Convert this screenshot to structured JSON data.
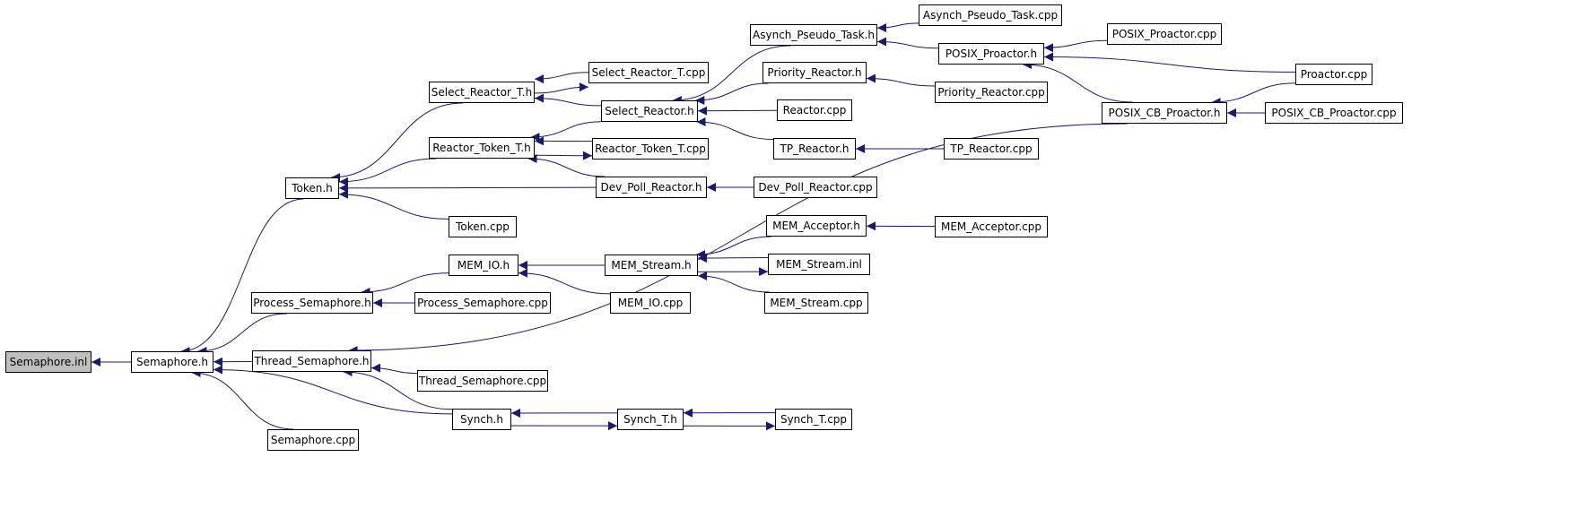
{
  "graph": {
    "root": "Semaphore.inl",
    "nodes": {
      "semaphore_inl": "Semaphore.inl",
      "semaphore_h": "Semaphore.h",
      "semaphore_cpp": "Semaphore.cpp",
      "token_h": "Token.h",
      "token_cpp": "Token.cpp",
      "process_semaphore_h": "Process_Semaphore.h",
      "process_semaphore_cpp": "Process_Semaphore.cpp",
      "thread_semaphore_h": "Thread_Semaphore.h",
      "thread_semaphore_cpp": "Thread_Semaphore.cpp",
      "synch_h": "Synch.h",
      "synch_t_h": "Synch_T.h",
      "synch_t_cpp": "Synch_T.cpp",
      "select_reactor_t_h": "Select_Reactor_T.h",
      "select_reactor_t_cpp": "Select_Reactor_T.cpp",
      "select_reactor_h": "Select_Reactor.h",
      "reactor_token_t_h": "Reactor_Token_T.h",
      "reactor_token_t_cpp": "Reactor_Token_T.cpp",
      "dev_poll_reactor_h": "Dev_Poll_Reactor.h",
      "dev_poll_reactor_cpp": "Dev_Poll_Reactor.cpp",
      "mem_io_h": "MEM_IO.h",
      "mem_io_cpp": "MEM_IO.cpp",
      "mem_stream_h": "MEM_Stream.h",
      "mem_stream_inl": "MEM_Stream.inl",
      "mem_stream_cpp": "MEM_Stream.cpp",
      "mem_acceptor_h": "MEM_Acceptor.h",
      "mem_acceptor_cpp": "MEM_Acceptor.cpp",
      "asynch_pseudo_task_h": "Asynch_Pseudo_Task.h",
      "asynch_pseudo_task_cpp": "Asynch_Pseudo_Task.cpp",
      "priority_reactor_h": "Priority_Reactor.h",
      "priority_reactor_cpp": "Priority_Reactor.cpp",
      "reactor_cpp": "Reactor.cpp",
      "tp_reactor_h": "TP_Reactor.h",
      "tp_reactor_cpp": "TP_Reactor.cpp",
      "posix_proactor_h": "POSIX_Proactor.h",
      "posix_proactor_cpp": "POSIX_Proactor.cpp",
      "proactor_cpp": "Proactor.cpp",
      "posix_cb_proactor_h": "POSIX_CB_Proactor.h",
      "posix_cb_proactor_cpp": "POSIX_CB_Proactor.cpp"
    },
    "edges": [
      [
        "semaphore_h",
        "semaphore_inl"
      ],
      [
        "token_h",
        "semaphore_h"
      ],
      [
        "process_semaphore_h",
        "semaphore_h"
      ],
      [
        "thread_semaphore_h",
        "semaphore_h"
      ],
      [
        "synch_h",
        "semaphore_h"
      ],
      [
        "semaphore_cpp",
        "semaphore_h"
      ],
      [
        "select_reactor_t_h",
        "token_h"
      ],
      [
        "reactor_token_t_h",
        "token_h"
      ],
      [
        "dev_poll_reactor_h",
        "token_h"
      ],
      [
        "token_cpp",
        "token_h"
      ],
      [
        "select_reactor_t_cpp",
        "select_reactor_t_h"
      ],
      [
        "select_reactor_h",
        "select_reactor_t_h"
      ],
      [
        "reactor_token_t_cpp",
        "reactor_token_t_h"
      ],
      [
        "select_reactor_h",
        "reactor_token_t_h"
      ],
      [
        "dev_poll_reactor_h",
        "reactor_token_t_h"
      ],
      [
        "asynch_pseudo_task_h",
        "select_reactor_h"
      ],
      [
        "priority_reactor_h",
        "select_reactor_h"
      ],
      [
        "reactor_cpp",
        "select_reactor_h"
      ],
      [
        "tp_reactor_h",
        "select_reactor_h"
      ],
      [
        "dev_poll_reactor_cpp",
        "dev_poll_reactor_h"
      ],
      [
        "mem_io_h",
        "process_semaphore_h"
      ],
      [
        "process_semaphore_cpp",
        "process_semaphore_h"
      ],
      [
        "mem_stream_h",
        "mem_io_h"
      ],
      [
        "mem_io_cpp",
        "mem_io_h"
      ],
      [
        "mem_acceptor_h",
        "mem_stream_h"
      ],
      [
        "mem_stream_inl",
        "mem_stream_h"
      ],
      [
        "mem_stream_cpp",
        "mem_stream_h"
      ],
      [
        "mem_acceptor_cpp",
        "mem_acceptor_h"
      ],
      [
        "posix_cb_proactor_h",
        "thread_semaphore_h"
      ],
      [
        "thread_semaphore_cpp",
        "thread_semaphore_h"
      ],
      [
        "synch_h",
        "thread_semaphore_h"
      ],
      [
        "synch_t_h",
        "synch_h"
      ],
      [
        "synch_t_cpp",
        "synch_t_h"
      ],
      [
        "asynch_pseudo_task_cpp",
        "asynch_pseudo_task_h"
      ],
      [
        "posix_proactor_h",
        "asynch_pseudo_task_h"
      ],
      [
        "posix_proactor_cpp",
        "posix_proactor_h"
      ],
      [
        "proactor_cpp",
        "posix_proactor_h"
      ],
      [
        "posix_cb_proactor_h",
        "posix_proactor_h"
      ],
      [
        "proactor_cpp",
        "posix_cb_proactor_h"
      ],
      [
        "posix_cb_proactor_cpp",
        "posix_cb_proactor_h"
      ],
      [
        "priority_reactor_cpp",
        "priority_reactor_h"
      ],
      [
        "tp_reactor_cpp",
        "tp_reactor_h"
      ],
      [
        "mem_stream_h",
        "mem_stream_inl"
      ],
      [
        "synch_h",
        "synch_t_h"
      ],
      [
        "synch_t_h",
        "synch_t_cpp"
      ],
      [
        "select_reactor_t_h",
        "select_reactor_t_cpp"
      ],
      [
        "reactor_token_t_h",
        "reactor_token_t_cpp"
      ]
    ]
  },
  "colors": {
    "edge": "#191970",
    "root_fill": "#bfbfbf",
    "node_fill": "#ffffff",
    "node_border": "#000000"
  }
}
